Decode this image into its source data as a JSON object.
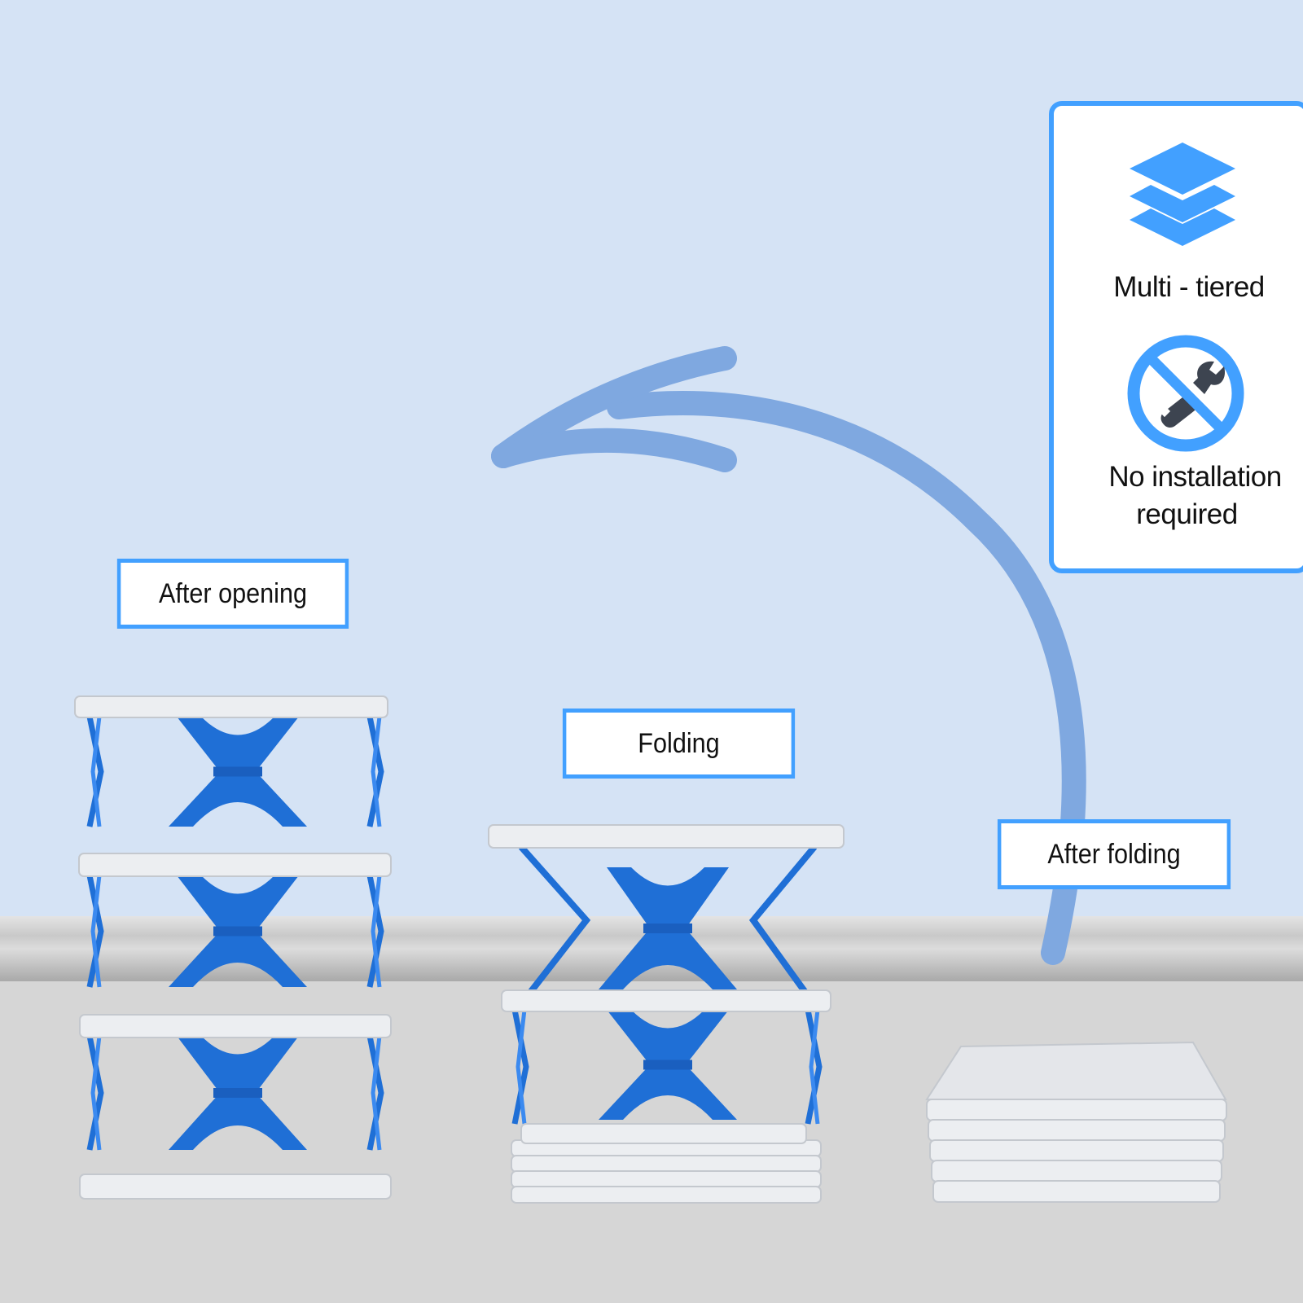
{
  "labels": {
    "after_opening": "After opening",
    "folding": "Folding",
    "after_folding": "After folding"
  },
  "features": [
    {
      "icon": "layers-icon",
      "text": "Multi - tiered"
    },
    {
      "icon": "no-tools-icon",
      "text_line1": "No installation",
      "text_line2": "required"
    }
  ],
  "colors": {
    "wall": "#d5e3f5",
    "floor": "#d6d6d6",
    "accent": "#42a0ff",
    "arrow": "#7fa8e0",
    "shelf_blue": "#1f6fd6"
  }
}
